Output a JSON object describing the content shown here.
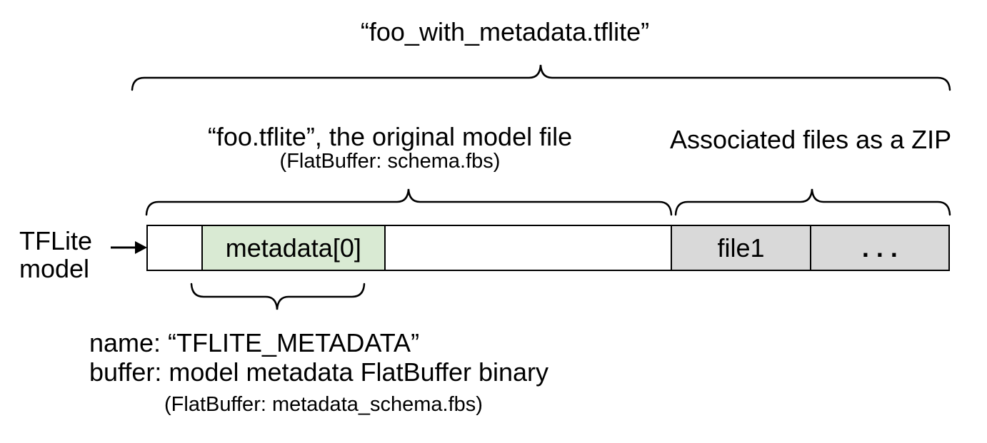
{
  "title": "“foo_with_metadata.tflite”",
  "model_section": {
    "label": "“foo.tflite”, the original model file",
    "sublabel": "(FlatBuffer: schema.fbs)"
  },
  "zip_section": {
    "label": "Associated files as a ZIP"
  },
  "tflite_model_label": {
    "line1": "TFLite",
    "line2": "model"
  },
  "bar": {
    "segments": [
      {
        "label": "",
        "color_key": ""
      },
      {
        "label": "metadata[0]",
        "color_key": "green_segment"
      },
      {
        "label": "",
        "color_key": ""
      },
      {
        "label": "file1",
        "color_key": "gray_segment"
      },
      {
        "label": ". . .",
        "color_key": "gray_segment"
      }
    ]
  },
  "metadata_note": {
    "line1": "name: “TFLITE_METADATA”",
    "line2": "buffer: model metadata FlatBuffer binary",
    "line3": "(FlatBuffer: metadata_schema.fbs)"
  },
  "colors": {
    "background": "#ffffff",
    "green_segment": "#d9ead3",
    "gray_segment": "#d9d9d9",
    "stroke": "#000000"
  }
}
